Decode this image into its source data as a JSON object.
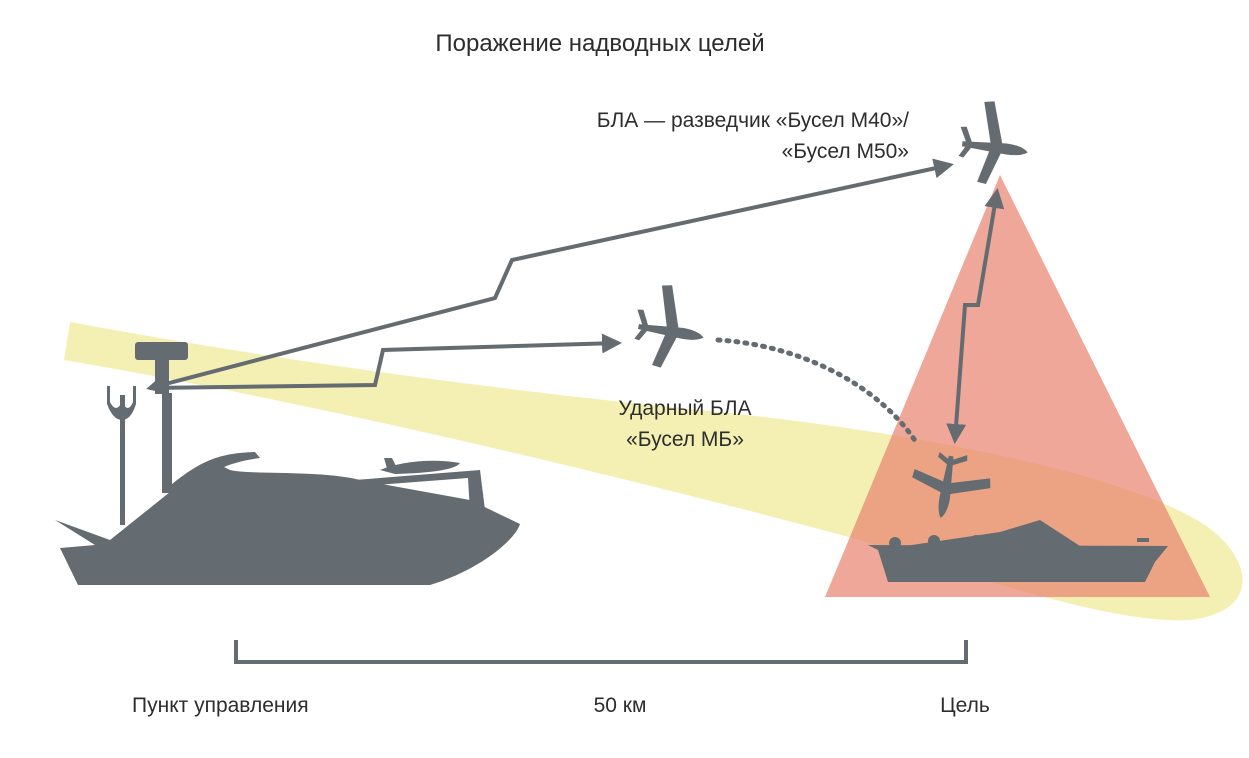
{
  "title": "Поражение надводных целей",
  "scout_uav": {
    "line1": "БЛА — разведчик «Бусел М40»/",
    "line2": "«Бусел М50»"
  },
  "strike_uav": {
    "line1": "Ударный БЛА",
    "line2": "«Бусел МБ»"
  },
  "scale": {
    "left_label": "Пункт управления",
    "distance_label": "50 км",
    "right_label": "Цель"
  },
  "colors": {
    "silhouette": "#656c71",
    "radar_beam": "#f4f0b4",
    "sensor_cone": "#e8826f",
    "text": "#2d2d2d"
  },
  "icons": [
    "control-boat-icon",
    "target-ship-icon",
    "scout-uav-icon",
    "strike-uav-icon",
    "attacking-uav-icon"
  ]
}
